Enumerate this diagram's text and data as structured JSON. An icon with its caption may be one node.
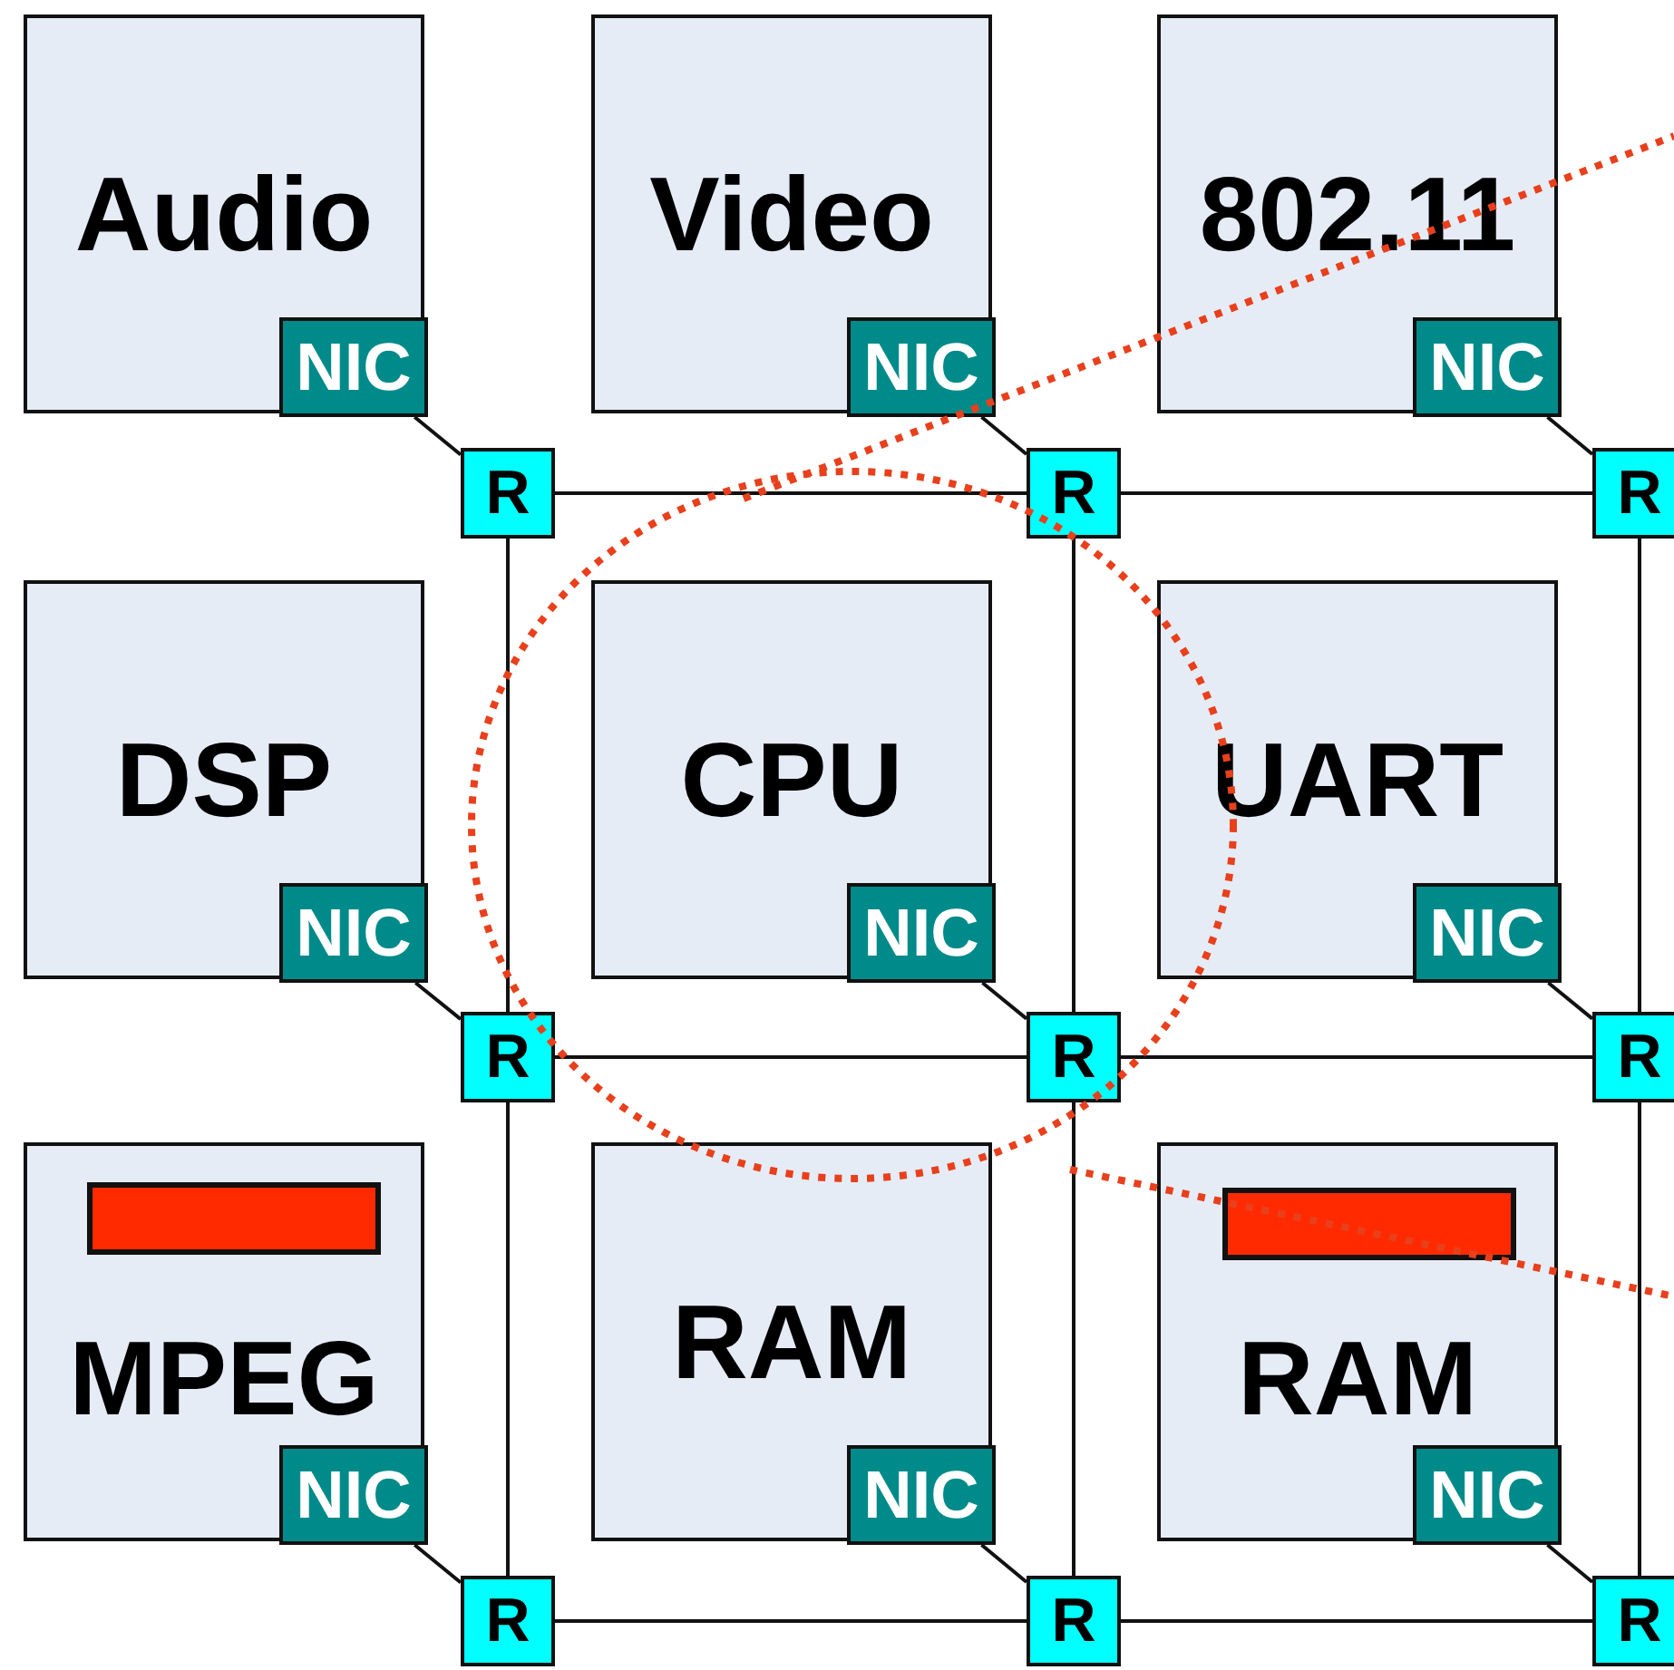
{
  "diagram": {
    "nodes": [
      {
        "text": [
          "Audio"
        ]
      },
      {
        "text": [
          "NIC"
        ],
        "in": 0
      },
      {
        "text": [
          "Video"
        ]
      },
      {
        "text": [
          "NIC"
        ],
        "in": 2
      },
      {
        "text": [
          "802.11"
        ]
      },
      {
        "text": [
          "NIC"
        ],
        "in": 4
      },
      {
        "text": [
          "R"
        ]
      },
      {
        "text": [
          "R"
        ]
      },
      {
        "text": [
          "R"
        ]
      },
      {
        "text": [
          "DSP"
        ]
      },
      {
        "text": [
          "NIC"
        ],
        "in": 9
      },
      {
        "text": [
          "CPU"
        ]
      },
      {
        "text": [
          "NIC"
        ],
        "in": 11
      },
      {
        "text": [
          "UART"
        ]
      },
      {
        "text": [
          "NIC"
        ],
        "in": 13
      },
      {
        "text": [
          "R"
        ]
      },
      {
        "text": [
          "R"
        ]
      },
      {
        "text": [
          "R"
        ]
      },
      {
        "text": [
          "MPEG"
        ]
      },
      {
        "text": [
          "NIC"
        ],
        "in": 18
      },
      {
        "text": [
          "RAM"
        ]
      },
      {
        "text": [
          "NIC"
        ],
        "in": 20
      },
      {
        "text": [
          "RAM"
        ]
      },
      {
        "text": [
          "NIC"
        ],
        "in": 22
      },
      {
        "text": [
          "R"
        ]
      },
      {
        "text": [
          "R"
        ]
      },
      {
        "text": [
          "R"
        ]
      }
    ],
    "edges": [
      {
        "from": 1,
        "to": 6,
        "arrow": "none"
      },
      {
        "from": 3,
        "to": 7,
        "arrow": "none"
      },
      {
        "from": 5,
        "to": 8,
        "arrow": "none"
      },
      {
        "from": 10,
        "to": 15,
        "arrow": "none"
      },
      {
        "from": 12,
        "to": 16,
        "arrow": "none"
      },
      {
        "from": 14,
        "to": 17,
        "arrow": "none"
      },
      {
        "from": 19,
        "to": 24,
        "arrow": "none"
      },
      {
        "from": 21,
        "to": 25,
        "arrow": "none"
      },
      {
        "from": 23,
        "to": 26,
        "arrow": "none"
      },
      {
        "from": 6,
        "to": 7,
        "arrow": "none"
      },
      {
        "from": 7,
        "to": 8,
        "arrow": "none"
      },
      {
        "from": 15,
        "to": 16,
        "arrow": "none"
      },
      {
        "from": 16,
        "to": 17,
        "arrow": "none"
      },
      {
        "from": 24,
        "to": 25,
        "arrow": "none"
      },
      {
        "from": 25,
        "to": 26,
        "arrow": "none"
      },
      {
        "from": 6,
        "to": 15,
        "arrow": "none"
      },
      {
        "from": 15,
        "to": 24,
        "arrow": "none"
      },
      {
        "from": 7,
        "to": 16,
        "arrow": "none"
      },
      {
        "from": 16,
        "to": 25,
        "arrow": "none"
      },
      {
        "from": 8,
        "to": 17,
        "arrow": "none"
      },
      {
        "from": 17,
        "to": 26,
        "arrow": "none"
      }
    ]
  }
}
